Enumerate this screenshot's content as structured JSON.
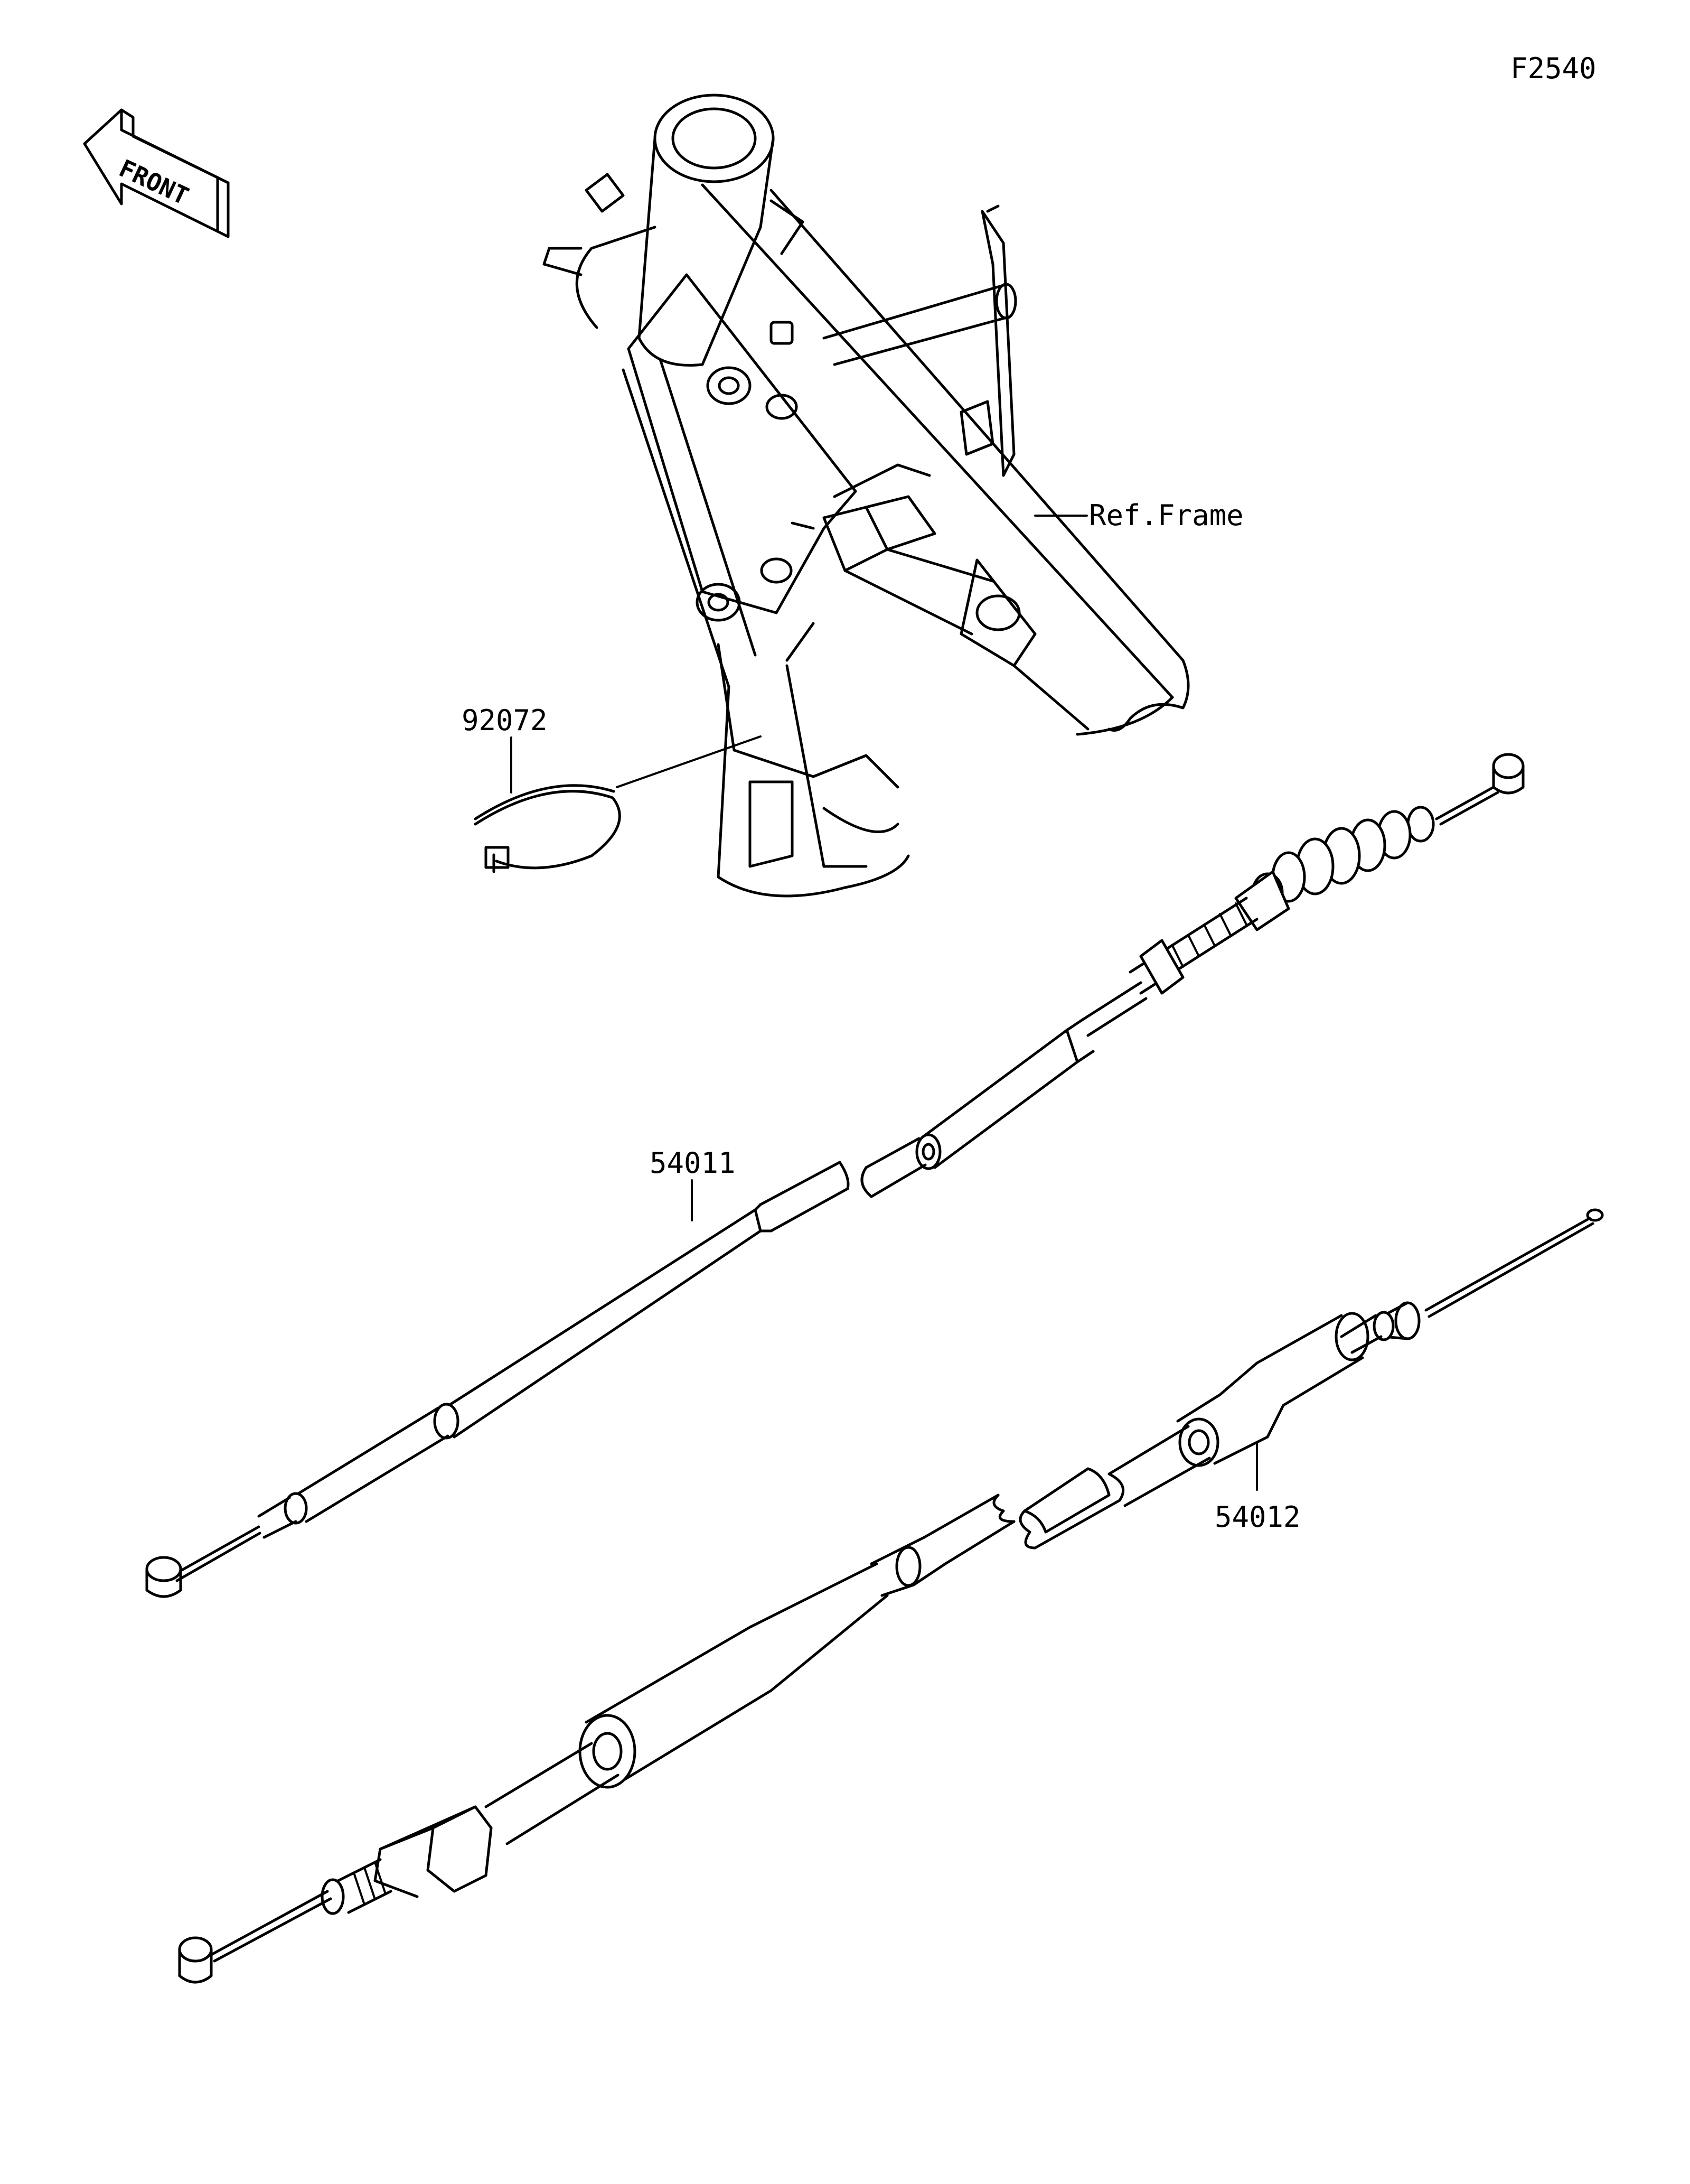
{
  "diagram_id": "F2540",
  "front_label": "FRONT",
  "parts": {
    "ref_frame": "Ref.Frame",
    "band": "92072",
    "cable_upper": "54011",
    "cable_lower": "54012"
  }
}
